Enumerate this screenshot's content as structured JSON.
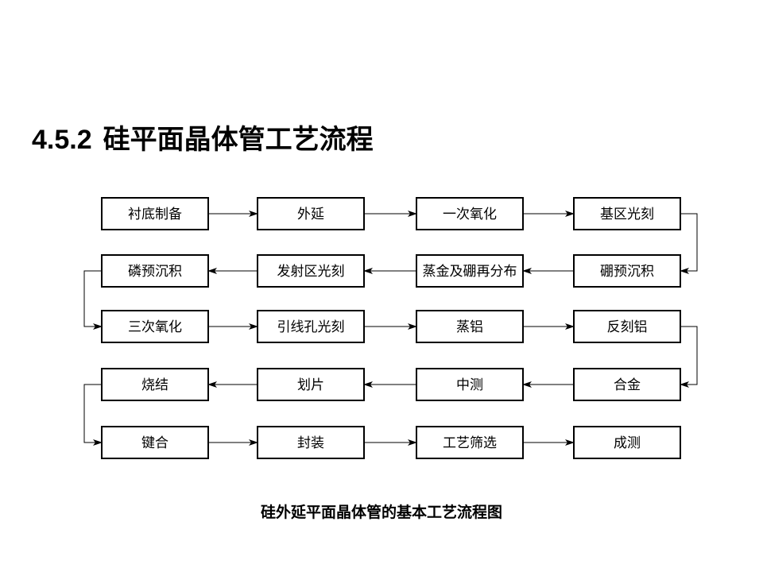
{
  "section": {
    "number": "4.5.2",
    "title": "硅平面晶体管工艺流程"
  },
  "flow": {
    "rows": [
      [
        "衬底制备",
        "外延",
        "一次氧化",
        "基区光刻"
      ],
      [
        "磷预沉积",
        "发射区光刻",
        "蒸金及硼再分布",
        "硼预沉积"
      ],
      [
        "三次氧化",
        "引线孔光刻",
        "蒸铝",
        "反刻铝"
      ],
      [
        "烧结",
        "划片",
        "中测",
        "合金"
      ],
      [
        "键合",
        "封装",
        "工艺筛选",
        "成测"
      ]
    ],
    "edges": [
      [
        "衬底制备",
        "外延"
      ],
      [
        "外延",
        "一次氧化"
      ],
      [
        "一次氧化",
        "基区光刻"
      ],
      [
        "基区光刻",
        "硼预沉积"
      ],
      [
        "硼预沉积",
        "蒸金及硼再分布"
      ],
      [
        "蒸金及硼再分布",
        "发射区光刻"
      ],
      [
        "发射区光刻",
        "磷预沉积"
      ],
      [
        "磷预沉积",
        "三次氧化"
      ],
      [
        "三次氧化",
        "引线孔光刻"
      ],
      [
        "引线孔光刻",
        "蒸铝"
      ],
      [
        "蒸铝",
        "反刻铝"
      ],
      [
        "反刻铝",
        "合金"
      ],
      [
        "合金",
        "中测"
      ],
      [
        "中测",
        "划片"
      ],
      [
        "划片",
        "烧结"
      ],
      [
        "烧结",
        "键合"
      ],
      [
        "键合",
        "封装"
      ],
      [
        "封装",
        "工艺筛选"
      ],
      [
        "工艺筛选",
        "成测"
      ]
    ]
  },
  "caption": "硅外延平面晶体管的基本工艺流程图"
}
